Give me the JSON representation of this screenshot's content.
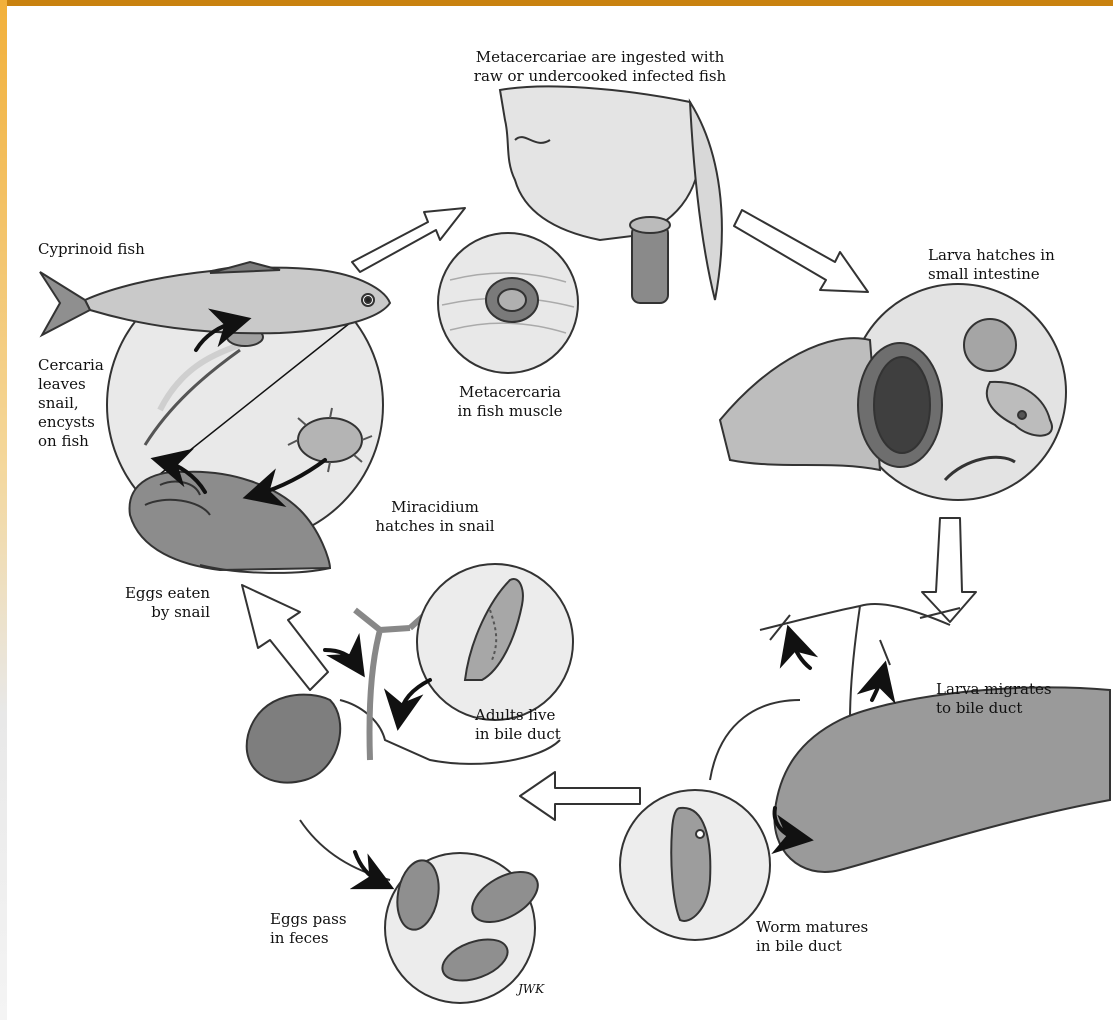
{
  "labels": {
    "metacercariae_ingested": [
      "Metacercariae are ingested with",
      "raw or undercooked infected fish"
    ],
    "larva_hatches": [
      "Larva hatches in",
      "small intestine"
    ],
    "cyprinoid_fish": [
      "Cyprinoid fish"
    ],
    "metacercaria_muscle": [
      "Metacercaria",
      "in fish muscle"
    ],
    "cercaria_leaves": [
      "Cercaria",
      "leaves",
      "snail,",
      "encysts",
      "on fish"
    ],
    "miracidium_hatches": [
      "Miracidium",
      "hatches in snail"
    ],
    "eggs_eaten": [
      "Eggs eaten",
      "by snail"
    ],
    "larva_migrates": [
      "Larva migrates",
      "to bile duct"
    ],
    "adults_live": [
      "Adults live",
      "in bile duct"
    ],
    "eggs_pass": [
      "Eggs pass",
      "in feces"
    ],
    "worm_matures": [
      "Worm matures",
      "in bile duct"
    ]
  },
  "artist_signature": "JWK",
  "colors": {
    "frame_accent": "#c9820f",
    "stroke": "#222222",
    "fill_light": "#e6e6e6",
    "fill_mid": "#a9a9a9",
    "fill_dark": "#6a6a6a"
  }
}
